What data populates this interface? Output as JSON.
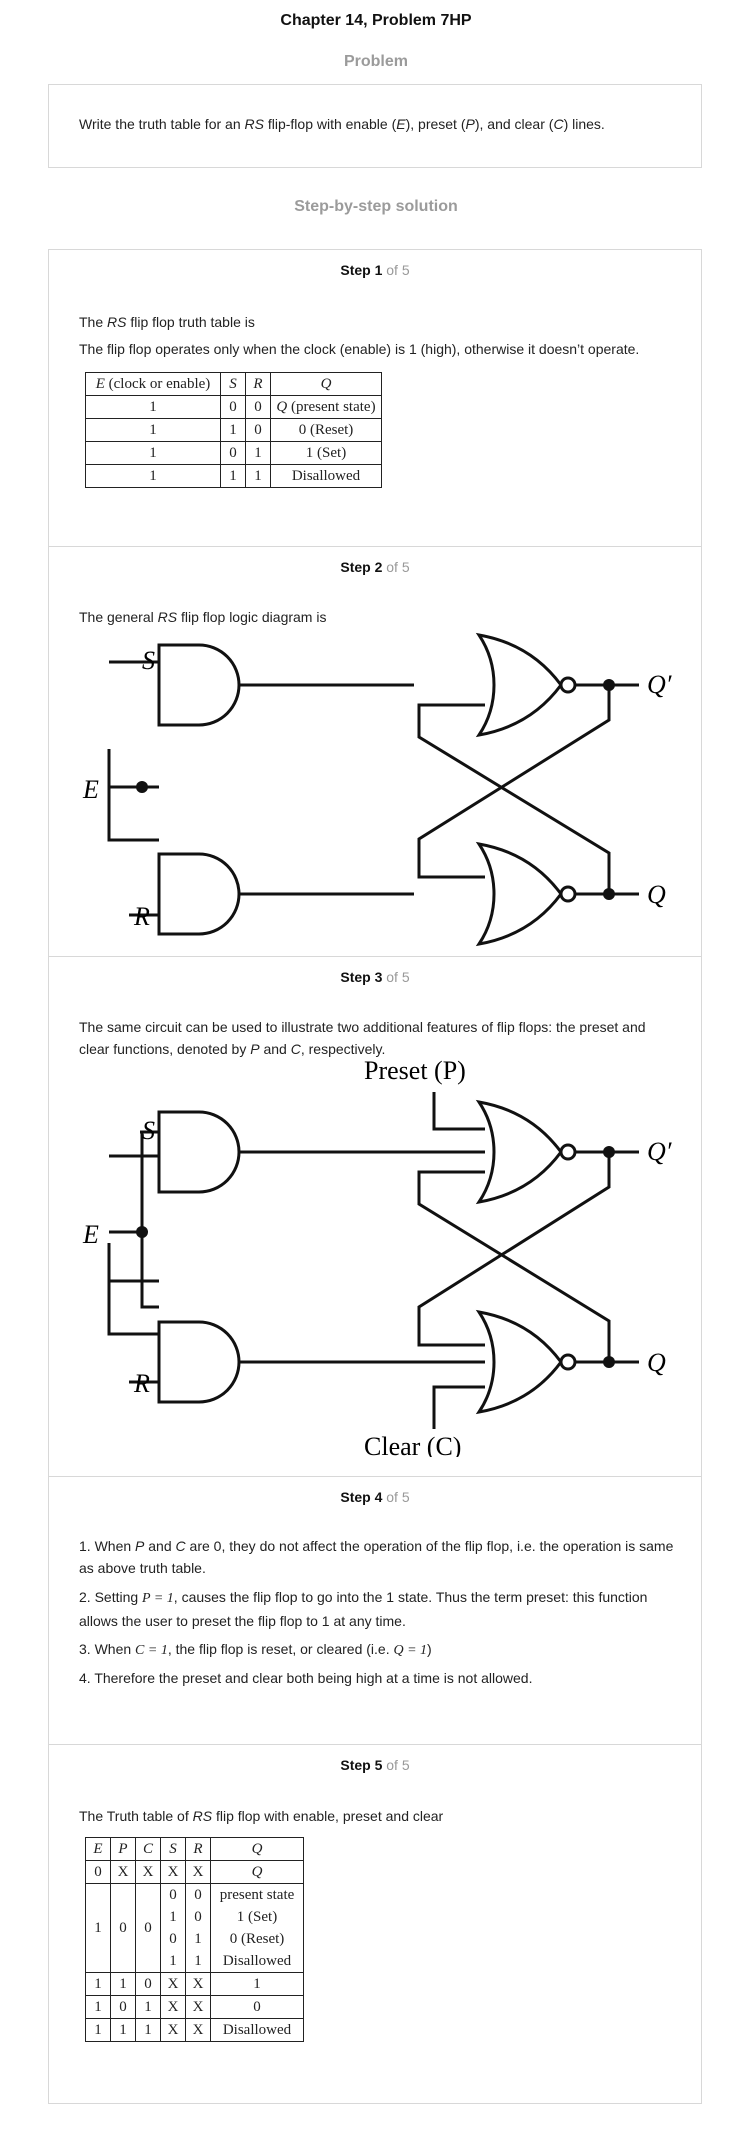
{
  "header": {
    "title": "Chapter 14, Problem 7HP"
  },
  "problem": {
    "heading": "Problem",
    "text_a": "Write the truth table for an ",
    "text_rs": "RS",
    "text_b": " flip-flop with enable (",
    "text_e": "E",
    "text_c": "), preset (",
    "text_p": "P",
    "text_d": "), and clear (",
    "text_cl": "C",
    "text_f": ") lines."
  },
  "solution": {
    "heading": "Step-by-step solution"
  },
  "steps": [
    {
      "label": "Step 1",
      "of": "of 5"
    },
    {
      "label": "Step 2",
      "of": "of 5"
    },
    {
      "label": "Step 3",
      "of": "of 5"
    },
    {
      "label": "Step 4",
      "of": "of 5"
    },
    {
      "label": "Step 5",
      "of": "of 5"
    }
  ],
  "step1": {
    "line1_a": "The ",
    "line1_rs": "RS",
    "line1_b": " flip flop truth table is",
    "line2": "The flip flop operates only when the clock (enable) is 1 (high), otherwise it doesn’t operate.",
    "table": {
      "header": [
        "E (clock or enable)",
        "S",
        "R",
        "Q"
      ],
      "rows": [
        [
          "1",
          "0",
          "0",
          "Q (present state)"
        ],
        [
          "1",
          "1",
          "0",
          "0 (Reset)"
        ],
        [
          "1",
          "0",
          "1",
          "1 (Set)"
        ],
        [
          "1",
          "1",
          "1",
          "Disallowed"
        ]
      ]
    }
  },
  "step2": {
    "text_a": "The general ",
    "text_rs": "RS",
    "text_b": " flip flop logic diagram is",
    "diagram": {
      "s": "S",
      "e": "E",
      "r": "R",
      "qp": "Q′",
      "q": "Q"
    }
  },
  "step3": {
    "text_a": "The same circuit can be used to illustrate two additional features of flip flops: the preset and clear functions, denoted by ",
    "text_p": "P",
    "text_and": " and ",
    "text_c": "C",
    "text_b": ", respectively.",
    "diagram": {
      "preset": "Preset (P)",
      "clear": "Clear (C)",
      "s": "S",
      "e": "E",
      "r": "R",
      "qp": "Q′",
      "q": "Q"
    }
  },
  "step4": {
    "item1_a": "1. When ",
    "item1_p": "P",
    "item1_and": " and ",
    "item1_c": "C",
    "item1_b": " are 0, they do not affect the operation of the flip flop, i.e. the operation is same as above truth table.",
    "item2_a": "2. Setting ",
    "item2_m": "P = 1",
    "item2_b": ", causes the flip flop to go into the 1 state. Thus the term preset: this function allows the user to preset the flip flop to 1 at any time.",
    "item3_a": "3. When ",
    "item3_m": "C = 1",
    "item3_b": ", the flip flop is reset, or cleared (i.e. ",
    "item3_m2": "Q = 1",
    "item3_c": ")",
    "item4": "4. Therefore the preset and clear both being high at a time is not allowed."
  },
  "step5": {
    "text_a": "The Truth table of ",
    "text_rs": "RS",
    "text_b": " flip flop with enable, preset and clear",
    "header": [
      "E",
      "P",
      "C",
      "S",
      "R",
      "Q"
    ],
    "row0": [
      "0",
      "X",
      "X",
      "X",
      "X",
      "Q"
    ],
    "group": {
      "e": "1",
      "p": "0",
      "c": "0",
      "rows": [
        [
          "0",
          "0",
          "present state"
        ],
        [
          "1",
          "0",
          "1 (Set)"
        ],
        [
          "0",
          "1",
          "0 (Reset)"
        ],
        [
          "1",
          "1",
          "Disallowed"
        ]
      ]
    },
    "rows_tail": [
      [
        "1",
        "1",
        "0",
        "X",
        "X",
        "1"
      ],
      [
        "1",
        "0",
        "1",
        "X",
        "X",
        "0"
      ],
      [
        "1",
        "1",
        "1",
        "X",
        "X",
        "Disallowed"
      ]
    ]
  }
}
